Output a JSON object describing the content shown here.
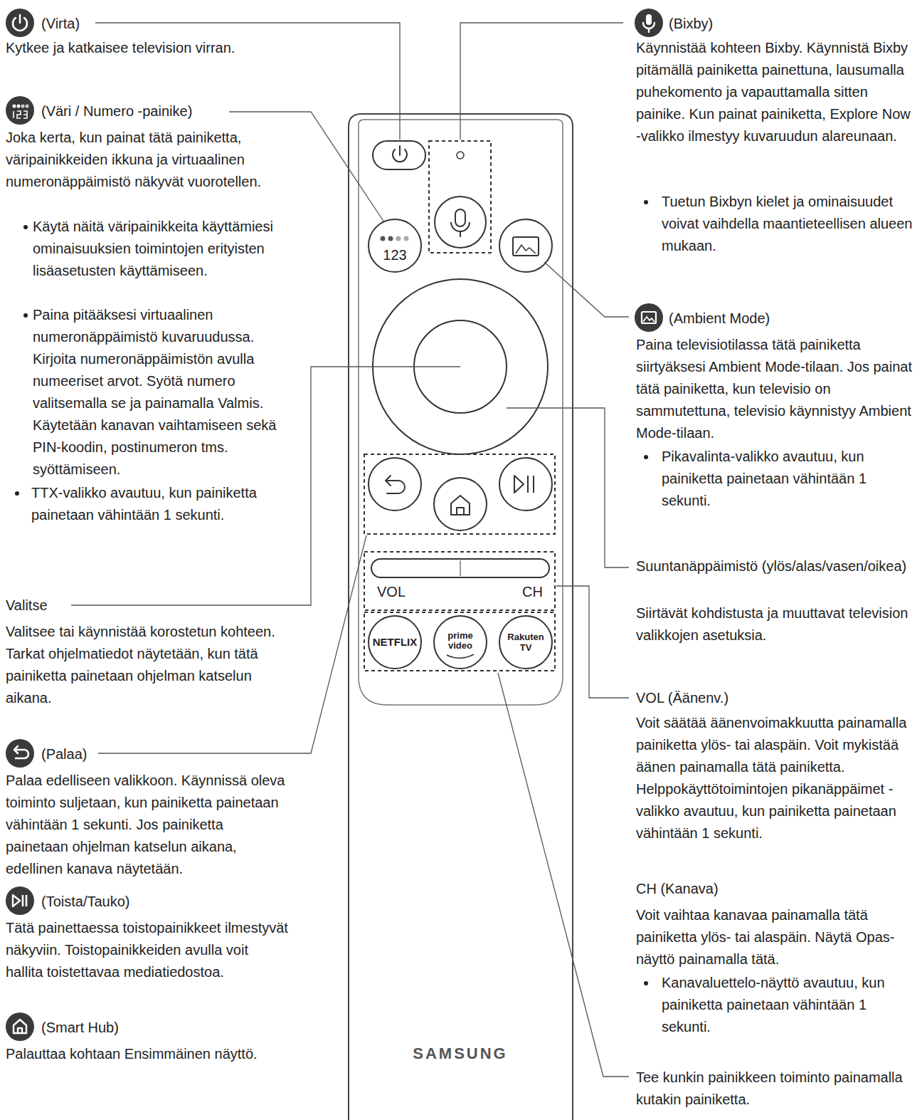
{
  "diagram": {
    "labels": [
      "(Virta)",
      "Kytkee ja katkaisee television virran.",
      "(Väri / Numero -painike)",
      "Joka kerta, kun painat tätä painiketta, väripainikkeiden ikkuna ja virtuaalinen numeronäppäimistö näkyvät vuorotellen.",
      "Käytä näitä väripainikkeita käyttämiesi ominaisuuksien toimintojen erityisten lisäasetusten käyttämiseen.",
      "Paina pitääksesi virtuaalinen numeronäppäimistö kuvaruudussa. Kirjoita numeronäppäimistön avulla numeeriset arvot. Syötä numero valitsemalla se ja painamalla Valmis. Käytetään kanavan vaihtamiseen sekä PIN-koodin, postinumeron tms. syöttämiseen.",
      "TTX-valikko avautuu, kun painiketta painetaan vähintään 1 sekunti.",
      "Valitse",
      "Valitsee tai käynnistää korostetun kohteen. Tarkat ohjelmatiedot näytetään, kun tätä painiketta painetaan ohjelman katselun aikana.",
      "(Palaa)",
      "Palaa edelliseen valikkoon. Käynnissä oleva toiminto suljetaan, kun painiketta painetaan vähintään 1 sekunti. Jos painiketta painetaan ohjelman katselun aikana, edellinen kanava näytetään.",
      "(Toista/Tauko)",
      "Tätä painettaessa toistopainikkeet ilmestyvät näkyviin. Toistopainikkeiden avulla voit hallita toistettavaa mediatiedostoa.",
      "(Smart Hub)",
      "Palauttaa kohtaan Ensimmäinen näyttö.",
      "(Bixby)",
      "Käynnistää kohteen Bixby. Käynnistä Bixby pitämällä painiketta painettuna, lausumalla puhekomento ja vapauttamalla sitten painike. Kun painat painiketta, Explore Now -valikko ilmestyy kuvaruudun alareunaan.",
      "Tuetun Bixbyn kielet ja ominaisuudet voivat vaihdella maantieteellisen alueen mukaan.",
      "(Ambient Mode)",
      "Paina televisiotilassa tätä painiketta siirtyäksesi Ambient Mode-tilaan. Jos painat tätä painiketta, kun televisio on sammutettuna, televisio käynnistyy Ambient Mode-tilaan.",
      "Pikavalinta-valikko avautuu, kun painiketta painetaan vähintään 1 sekunti.",
      "Suuntanäppäimistö (ylös/alas/vasen/oikea)",
      "Siirtävät kohdistusta ja muuttavat television valikkojen asetuksia.",
      "VOL (Äänenv.)",
      "Voit säätää äänenvoimakkuutta painamalla painiketta ylös- tai alaspäin. Voit mykistää äänen painamalla tätä painiketta. Helppokäyttötoimintojen pikanäppäimet -valikko avautuu, kun painiketta painetaan vähintään 1 sekunti.",
      "CH (Kanava)",
      "Voit vaihtaa kanavaa painamalla tätä painiketta ylös- tai alaspäin. Näytä Opas-näyttö painamalla tätä.",
      "Kanavaluettelo-näyttö avautuu, kun painiketta painetaan vähintään 1 sekunti.",
      "Tee kunkin painikkeen toiminto painamalla kutakin painiketta.",
      "123",
      "VOL",
      "CH",
      "NETFLIX",
      "prime video",
      "Rakuten TV",
      "SAMSUNG"
    ]
  }
}
